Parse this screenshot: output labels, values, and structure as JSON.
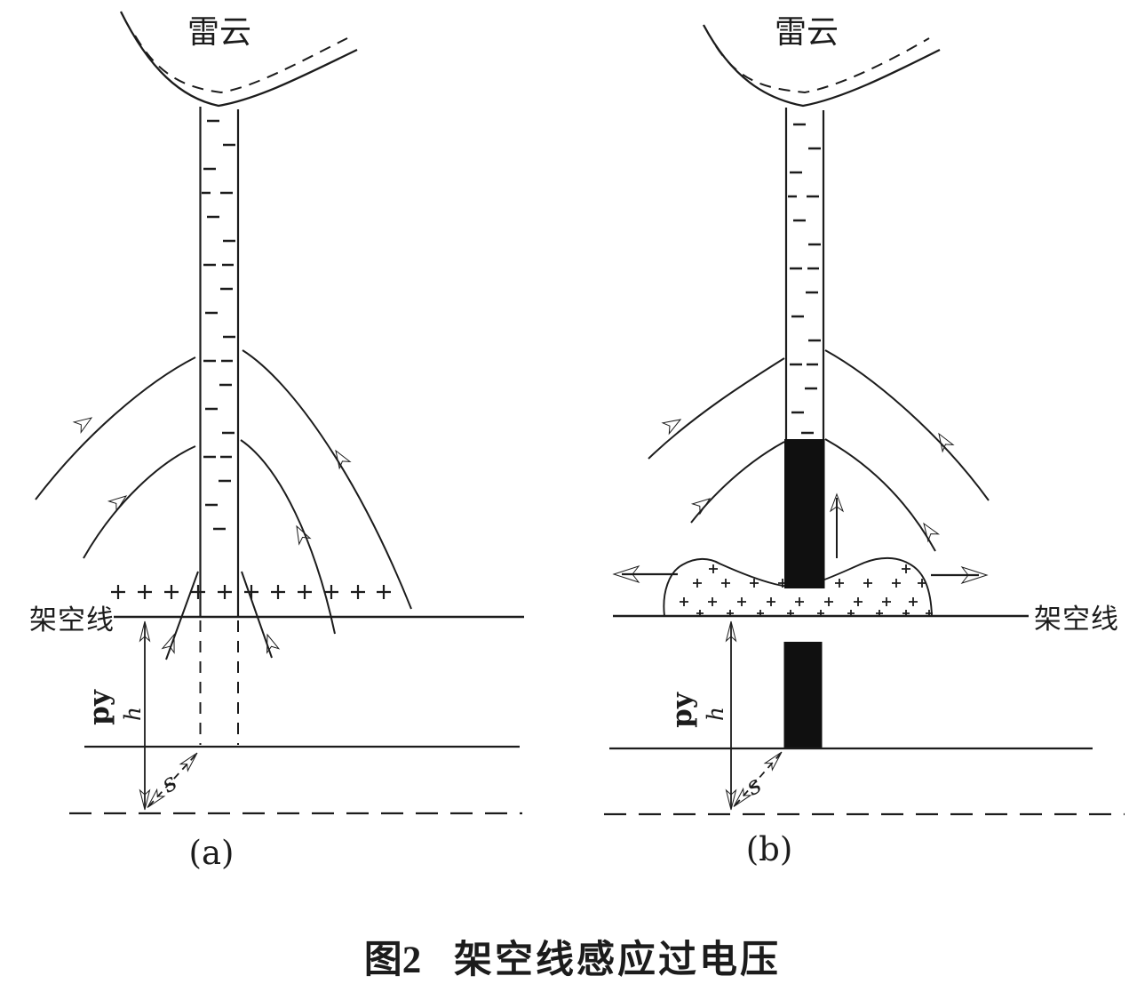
{
  "figure": {
    "caption": {
      "prefix": "图2",
      "title": "架空线感应过电压"
    },
    "colors": {
      "ink": "#1c1c1c",
      "paper": "#ffffff",
      "return_stroke": "#101010"
    },
    "charge_symbols": {
      "leader_channel": "−",
      "induced_on_line": "+"
    },
    "panel_a": {
      "tag": "(a)",
      "cloud_label": "雷云",
      "line_label": "架空线",
      "height_axis_label": "py",
      "height_label": "h",
      "distance_label": "s"
    },
    "panel_b": {
      "tag": "(b)",
      "cloud_label": "雷云",
      "line_label": "架空线",
      "height_axis_label": "py",
      "height_label": "h",
      "distance_label": "s"
    }
  }
}
